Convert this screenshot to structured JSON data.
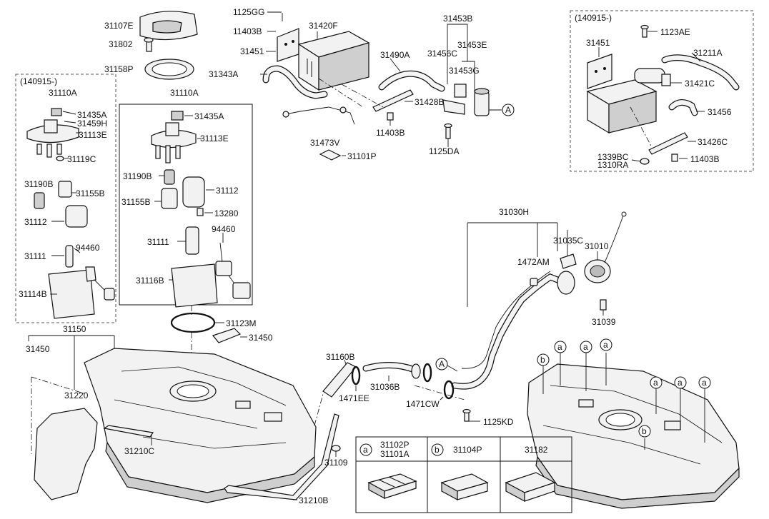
{
  "labels": {
    "l31107E": "31107E",
    "l31802": "31802",
    "l31158P": "31158P",
    "l1125GG": "1125GG",
    "l11403B_a": "11403B",
    "l31420F": "31420F",
    "l31453B": "31453B",
    "l31453E": "31453E",
    "l31456C": "31456C",
    "l31453G": "31453G",
    "l31490A": "31490A",
    "l31451_a": "31451",
    "l31343A": "31343A",
    "l31428B": "31428B",
    "l11403B_b": "11403B",
    "l1125DA": "1125DA",
    "l31473V": "31473V",
    "l31101P": "31101P",
    "l140915_a": "(140915-)",
    "l31110A_a": "31110A",
    "l31435A_a": "31435A",
    "l31459H": "31459H",
    "l31113E_a": "31113E",
    "l31119C": "31119C",
    "l31190B_a": "31190B",
    "l31155B_a": "31155B",
    "l31112_a": "31112",
    "l31111_a": "31111",
    "l94460_a": "94460",
    "l31114B": "31114B",
    "l31110A_b": "31110A",
    "l31435A_b": "31435A",
    "l31113E_b": "31113E",
    "l31190B_b": "31190B",
    "l31112_b": "31112",
    "l31155B_b": "31155B",
    "l13280": "13280",
    "l94460_b": "94460",
    "l31111_b": "31111",
    "l31116B": "31116B",
    "l31123M": "31123M",
    "l31450_a": "31450",
    "l31150": "31150",
    "l31450_b": "31450",
    "l31220": "31220",
    "l31210C": "31210C",
    "l31210B": "31210B",
    "l31109": "31109",
    "l31160B": "31160B",
    "l1471EE": "1471EE",
    "l31036B": "31036B",
    "l1471CW": "1471CW",
    "l1125KD": "1125KD",
    "l31030H": "31030H",
    "l1472AM": "1472AM",
    "l31035C": "31035C",
    "l31010": "31010",
    "l31039": "31039",
    "l140915_b": "(140915-)",
    "l1123AE": "1123AE",
    "l31451_b": "31451",
    "l31211A": "31211A",
    "l31421C": "31421C",
    "l31456": "31456",
    "l31426C": "31426C",
    "l1339BC": "1339BC",
    "l1310RA": "1310RA",
    "l11403B_c": "11403B",
    "refA1": "A",
    "refA2": "A"
  },
  "callouts": [
    "a",
    "a",
    "a",
    "a",
    "a",
    "a",
    "b",
    "b"
  ],
  "legend": {
    "col1_key": "a",
    "col1_parts": [
      "31102P",
      "31101A"
    ],
    "col2_key": "b",
    "col2_part": "31104P",
    "col3_part": "31182"
  }
}
